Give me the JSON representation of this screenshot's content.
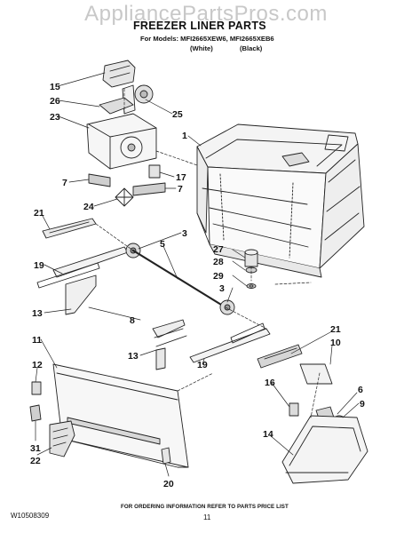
{
  "watermark": "AppliancePartsPros.com",
  "header": {
    "title": "FREEZER LINER PARTS",
    "models": "For Models: MFI2665XEW6, MFI2665XEB6",
    "white": "(White)",
    "black": "(Black)"
  },
  "callouts": {
    "c15": "15",
    "c26": "26",
    "c23": "23",
    "c25": "25",
    "c1": "1",
    "c7a": "7",
    "c7b": "7",
    "c17": "17",
    "c24": "24",
    "c21a": "21",
    "c3a": "3",
    "c5": "5",
    "c19a": "19",
    "c27": "27",
    "c28": "28",
    "c29": "29",
    "c3b": "3",
    "c13a": "13",
    "c8": "8",
    "c11": "11",
    "c13b": "13",
    "c19b": "19",
    "c21b": "21",
    "c10": "10",
    "c12": "12",
    "c6": "6",
    "c9": "9",
    "c16": "16",
    "c14": "14",
    "c31": "31",
    "c22": "22",
    "c20": "20"
  },
  "footer": {
    "doc_number": "W10508309",
    "ordering_note": "FOR ORDERING INFORMATION REFER TO PARTS PRICE LIST",
    "page_number": "11"
  }
}
